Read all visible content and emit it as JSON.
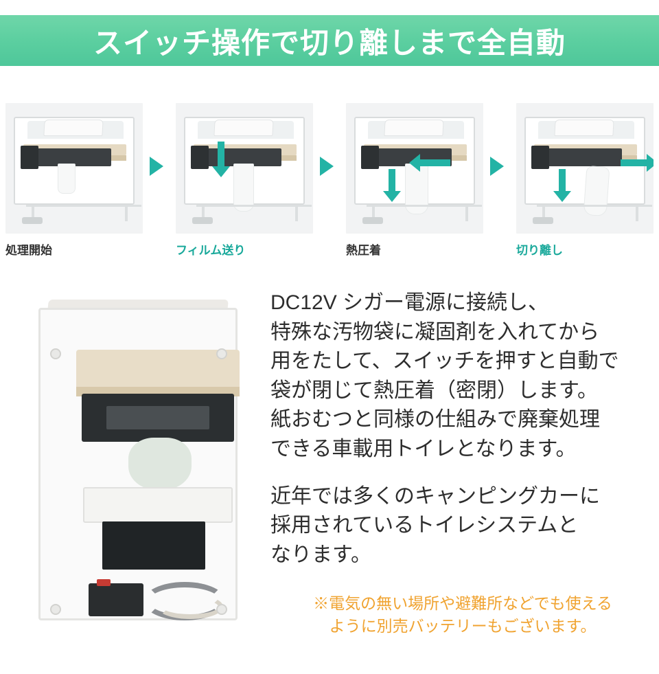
{
  "banner": {
    "title": "スイッチ操作で切り離しまで全自動",
    "bg_color": "#5ccfa0",
    "text_color": "#ffffff"
  },
  "steps": {
    "accent_color": "#23b3a5",
    "items": [
      {
        "label": "処理開始",
        "label_color": "#333333",
        "arrow": "none"
      },
      {
        "label": "フィルム送り",
        "label_color": "#1aa99b",
        "arrow": "down"
      },
      {
        "label": "熱圧着",
        "label_color": "#333333",
        "arrow": "left"
      },
      {
        "label": "切り離し",
        "label_color": "#1aa99b",
        "arrow": "right"
      }
    ],
    "separator_icon": "arrow-right-icon"
  },
  "product_photo": {
    "alt": "車載用トイレ内部構造写真"
  },
  "description": {
    "paragraph1": "DC12V シガー電源に接続し、\n特殊な汚物袋に凝固剤を入れてから\n用をたして、スイッチを押すと自動で\n袋が閉じて熱圧着（密閉）します。\n紙おむつと同様の仕組みで廃棄処理\nできる車載用トイレとなります。",
    "paragraph2": "近年では多くのキャンピングカーに\n採用されているトイレシステムと\nなります。"
  },
  "note": {
    "text": "※電気の無い場所や避難所などでも使える\nように別売バッテリーもございます。",
    "color": "#f0a330"
  }
}
